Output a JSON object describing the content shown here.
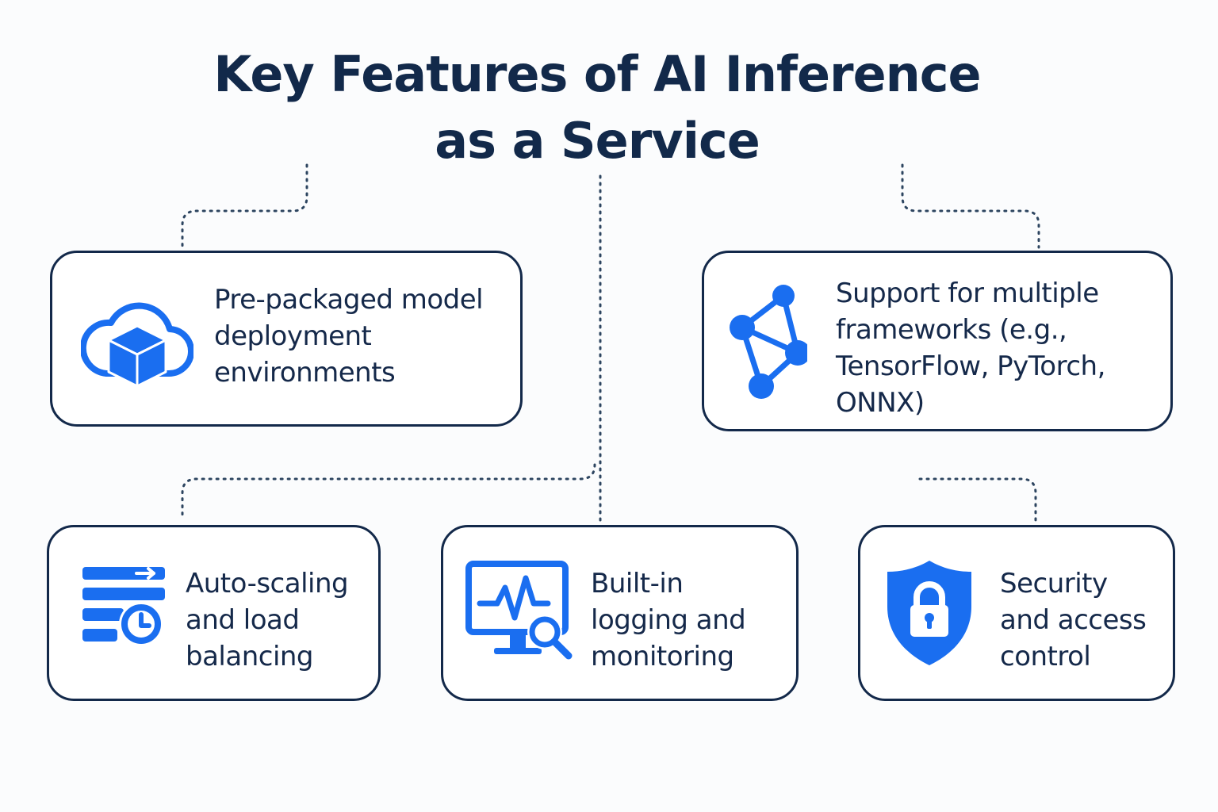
{
  "title": {
    "line1": "Key Features of AI Inference",
    "line2": "as a Service"
  },
  "colors": {
    "accent": "#1a6ef0",
    "text": "#15294a",
    "connector": "#2d4560"
  },
  "features": [
    {
      "icon": "cloud-box-icon",
      "lines": [
        "Pre-packaged model",
        "deployment",
        "environments"
      ]
    },
    {
      "icon": "network-nodes-icon",
      "lines": [
        "Support for multiple",
        "frameworks (e.g.,",
        "TensorFlow, PyTorch,",
        "ONNX)"
      ]
    },
    {
      "icon": "scaling-list-clock-icon",
      "lines": [
        "Auto-scaling",
        "and load",
        "balancing"
      ]
    },
    {
      "icon": "monitor-search-icon",
      "lines": [
        "Built-in",
        "logging  and",
        "monitoring"
      ]
    },
    {
      "icon": "shield-lock-icon",
      "lines": [
        "Security",
        "and access",
        "control"
      ]
    }
  ]
}
